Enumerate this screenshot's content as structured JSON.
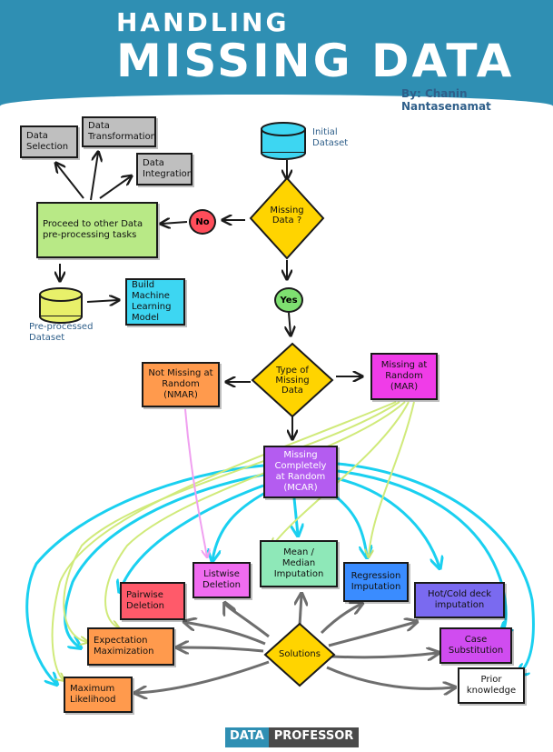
{
  "header": {
    "title_line1": "HANDLING",
    "title_line2": "MISSING DATA",
    "byline": "By: Chanin Nantasenamat"
  },
  "nodes": {
    "data_selection": "Data Selection",
    "data_transformation": "Data Transformation",
    "data_integration": "Data Integration",
    "initial_dataset": "Initial Dataset",
    "proceed": "Proceed to other Data pre-processing tasks",
    "no": "No",
    "missing_data": "Missing Data ?",
    "yes": "Yes",
    "preprocessed_dataset": "Pre-processed Dataset",
    "build_ml_model": "Build Machine Learning Model",
    "nmar": "Not Missing at Random (NMAR)",
    "type_missing": "Type of Missing Data",
    "mar": "Missing at Random (MAR)",
    "mcar": "Missing Completely at Random (MCAR)",
    "listwise": "Listwise Deletion",
    "mean_median": "Mean / Median Imputation",
    "regression": "Regression Imputation",
    "hotcold": "Hot/Cold deck imputation",
    "pairwise": "Pairwise Deletion",
    "expectation": "Expectation Maximization",
    "solutions": "Solutions",
    "case_sub": "Case Substitution",
    "prior": "Prior knowledge",
    "max_likelihood": "Maximum Likelihood"
  },
  "footer": {
    "part1": "DATA",
    "part2": "PROFESSOR"
  },
  "colors": {
    "header_blue": "#2f8fb3",
    "arrow_black": "#1a1a1a",
    "arrow_cyan": "#1ad0f0",
    "arrow_yellow": "#d8f08a",
    "arrow_pink": "#f0a0f0",
    "arrow_gray": "#6e6e6e"
  }
}
